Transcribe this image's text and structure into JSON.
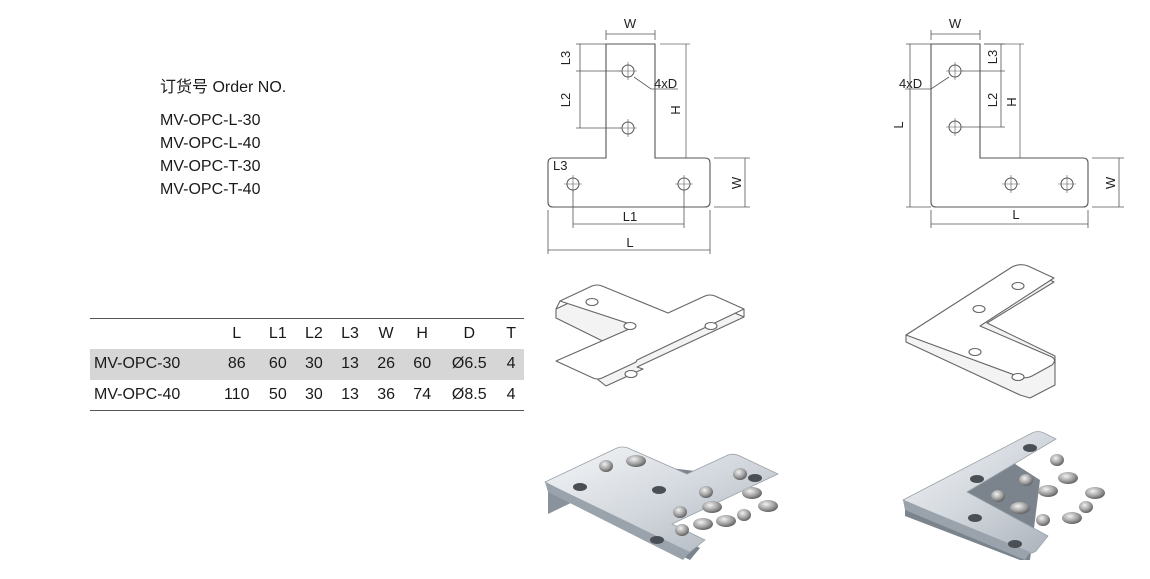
{
  "order": {
    "title": "订货号 Order NO.",
    "items": [
      "MV-OPC-L-30",
      "MV-OPC-L-40",
      "MV-OPC-T-30",
      "MV-OPC-T-40"
    ]
  },
  "spec_table": {
    "headers": [
      "",
      "L",
      "L1",
      "L2",
      "L3",
      "W",
      "H",
      "D",
      "T"
    ],
    "rows": [
      [
        "MV-OPC-30",
        "86",
        "60",
        "30",
        "13",
        "26",
        "60",
        "Ø6.5",
        "4"
      ],
      [
        "MV-OPC-40",
        "110",
        "50",
        "30",
        "13",
        "36",
        "74",
        "Ø8.5",
        "4"
      ]
    ]
  },
  "drawings": {
    "t_plate": {
      "W_top": "W",
      "L3_top": "L3",
      "L2": "L2",
      "D": "4xD",
      "H": "H",
      "L3_side": "L3",
      "W_side": "W",
      "L1": "L1",
      "L": "L"
    },
    "l_plate": {
      "W_top": "W",
      "D": "4xD",
      "L3": "L3",
      "L2": "L2",
      "H": "H",
      "L_side": "L",
      "W_side": "W",
      "L_bottom": "L"
    }
  },
  "colors": {
    "table_header_rule": "#555555",
    "shaded_row": "#d6d6d6",
    "line": "#555555"
  }
}
